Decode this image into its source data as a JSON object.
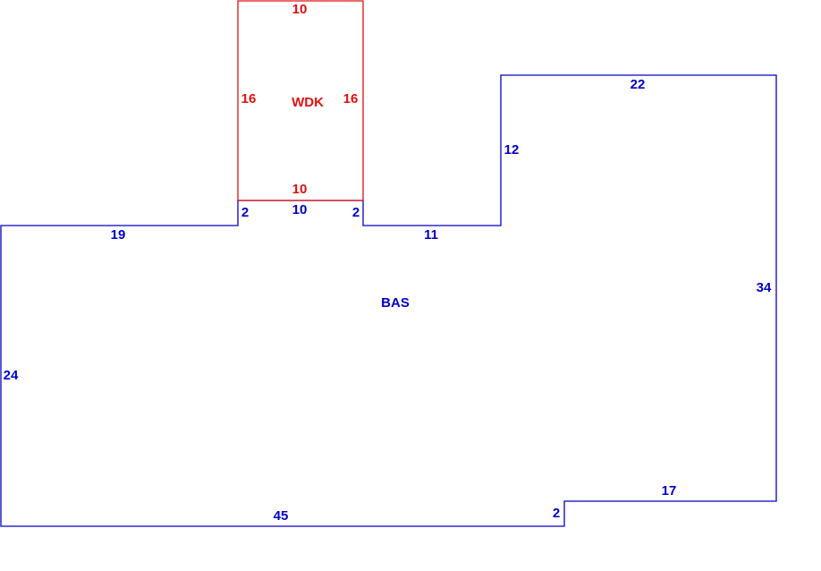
{
  "colors": {
    "bas": "#0000c8",
    "wdk": "#e01010",
    "background": "#ffffff"
  },
  "areas": [
    {
      "code": "BAS",
      "color": "#0000c8",
      "dimensions": [
        "19",
        "2",
        "10",
        "2",
        "11",
        "12",
        "22",
        "34",
        "17",
        "2",
        "45",
        "24"
      ]
    },
    {
      "code": "WDK",
      "color": "#e01010",
      "dimensions": [
        "10",
        "16",
        "16",
        "10"
      ]
    }
  ]
}
